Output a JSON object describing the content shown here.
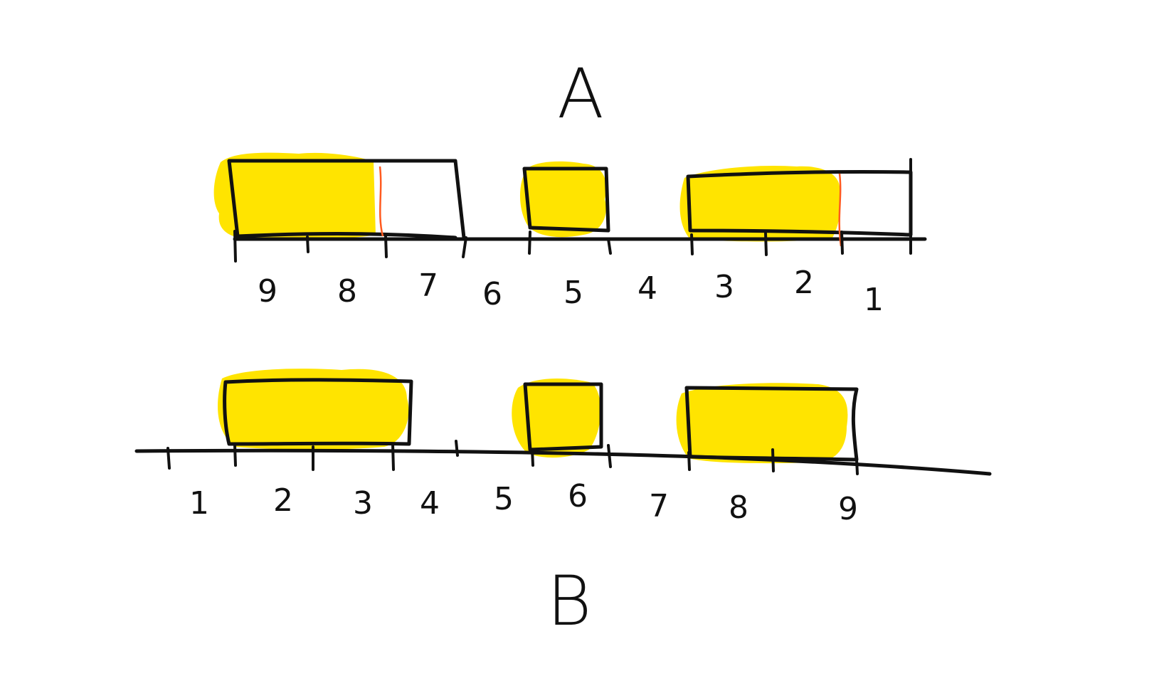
{
  "diagram_a": {
    "title": "A",
    "tick_labels": [
      "9",
      "8",
      "7",
      "6",
      "5",
      "4",
      "3",
      "2",
      "1"
    ],
    "highlight_color": "#ffe400",
    "marker_color": "#ff5a1f"
  },
  "diagram_b": {
    "title": "B",
    "tick_labels": [
      "1",
      "2",
      "3",
      "4",
      "5",
      "6",
      "7",
      "8",
      "9"
    ],
    "highlight_color": "#ffe400"
  }
}
